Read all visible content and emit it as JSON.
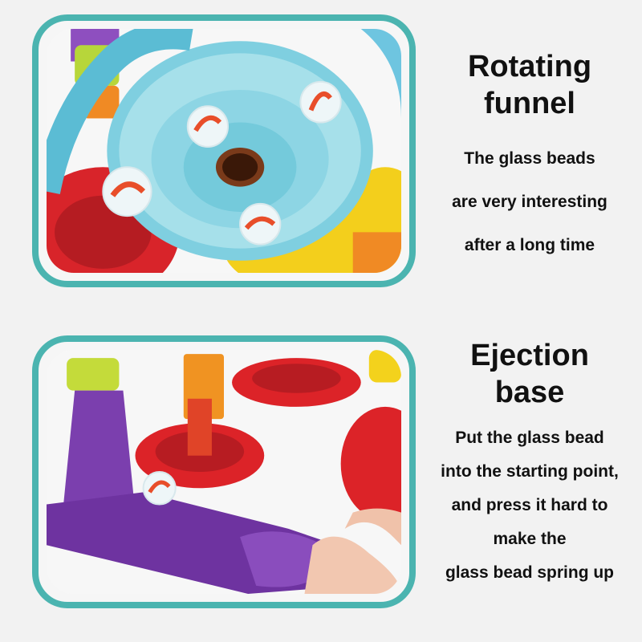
{
  "top": {
    "heading_lines": [
      "Rotating",
      "funnel"
    ],
    "desc_lines": [
      "The glass beads",
      "are very interesting",
      "after a long time"
    ]
  },
  "bottom": {
    "heading_lines": [
      "Ejection",
      "base"
    ],
    "desc_lines": [
      "Put the glass bead",
      "into the starting point,",
      "and press it hard to",
      "make the",
      "glass bead spring up"
    ]
  },
  "colors": {
    "frame": "#4bb4b0",
    "funnel": "#6cc9d6",
    "red_part": "#e3262a",
    "purple_base": "#7a3fa8",
    "yellow_part": "#f5d21e",
    "orange_part": "#f08a24",
    "lime_part": "#c7dd3c"
  }
}
